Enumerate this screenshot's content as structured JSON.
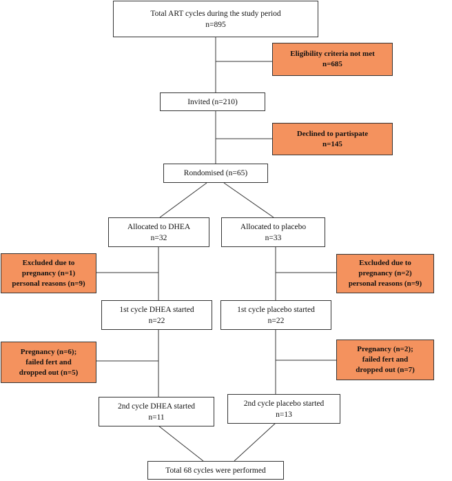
{
  "nodes": {
    "total_art": {
      "line1": "Total ART cycles during the study period",
      "line2": "n=895"
    },
    "eligibility": {
      "line1": "Eligibility criteria not met",
      "line2": "n=685"
    },
    "invited": {
      "line1": "Invited (n=210)"
    },
    "declined": {
      "line1": "Declined to partispate",
      "line2": "n=145"
    },
    "randomised": {
      "line1": "Rondomised (n=65)"
    },
    "dhea": {
      "line1": "Allocated to DHEA",
      "line2": "n=32"
    },
    "placebo": {
      "line1": "Allocated to placebo",
      "line2": "n=33"
    },
    "excluded_dhea": {
      "line1": "Excluded due to",
      "line2": "pregnancy (n=1)",
      "line3": "personal reasons (n=9)"
    },
    "excluded_placebo": {
      "line1": "Excluded due to",
      "line2": "pregnancy (n=2)",
      "line3": "personal reasons (n=9)"
    },
    "dhea_cycle1": {
      "line1": "1st cycle DHEA started",
      "line2": "n=22"
    },
    "placebo_cycle1": {
      "line1": "1st cycle placebo started",
      "line2": "n=22"
    },
    "dropout_dhea": {
      "line1": "Pregnancy (n=6);",
      "line2": "failed fert and",
      "line3": "dropped out (n=5)"
    },
    "dropout_placebo": {
      "line1": "Pregnancy (n=2);",
      "line2": "failed fert and",
      "line3": "dropped out (n=7)"
    },
    "dhea_cycle2": {
      "line1": "2nd cycle DHEA started",
      "line2": "n=11"
    },
    "placebo_cycle2": {
      "line1": "2nd cycle placebo started",
      "line2": "n=13"
    },
    "total_cycles": {
      "line1": "Total 68 cycles were performed"
    }
  },
  "colors": {
    "exclusion_fill": "#f4925e",
    "box_border": "#333333",
    "line": "#333333"
  }
}
